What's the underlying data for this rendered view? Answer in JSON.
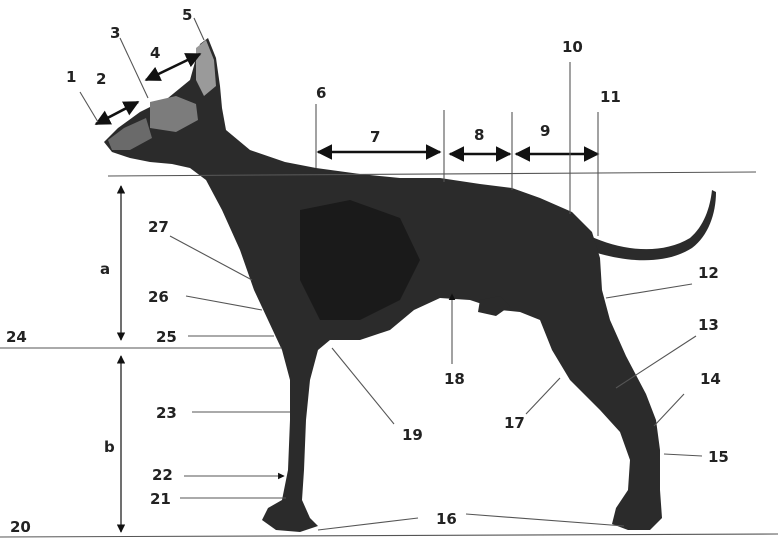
{
  "diagram": {
    "labels": {
      "n1": "1",
      "n2": "2",
      "n3": "3",
      "n4": "4",
      "n5": "5",
      "n6": "6",
      "n7": "7",
      "n8": "8",
      "n9": "9",
      "n10": "10",
      "n11": "11",
      "n12": "12",
      "n13": "13",
      "n14": "14",
      "n15": "15",
      "n16": "16",
      "n17": "17",
      "n18": "18",
      "n19": "19",
      "n20": "20",
      "n21": "21",
      "n22": "22",
      "n23": "23",
      "n24": "24",
      "n25": "25",
      "n26": "26",
      "n27": "27",
      "a": "a",
      "b": "b"
    }
  }
}
